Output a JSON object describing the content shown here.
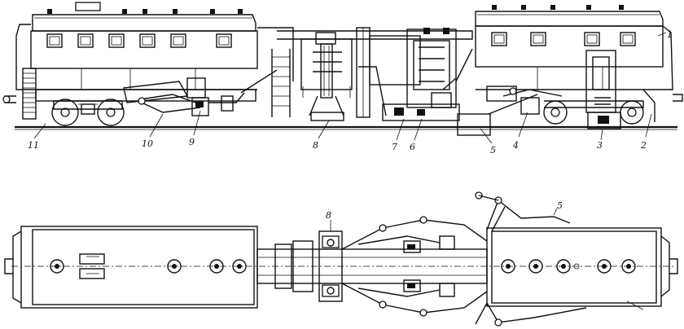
{
  "callouts": {
    "c1": "1",
    "c2": "2",
    "c3": "3",
    "c4": "4",
    "c5": "5",
    "c6": "6",
    "c7": "7",
    "c8": "8",
    "c9": "9",
    "c10": "10",
    "c11": "11",
    "plan8": "8",
    "plan5": "5"
  }
}
